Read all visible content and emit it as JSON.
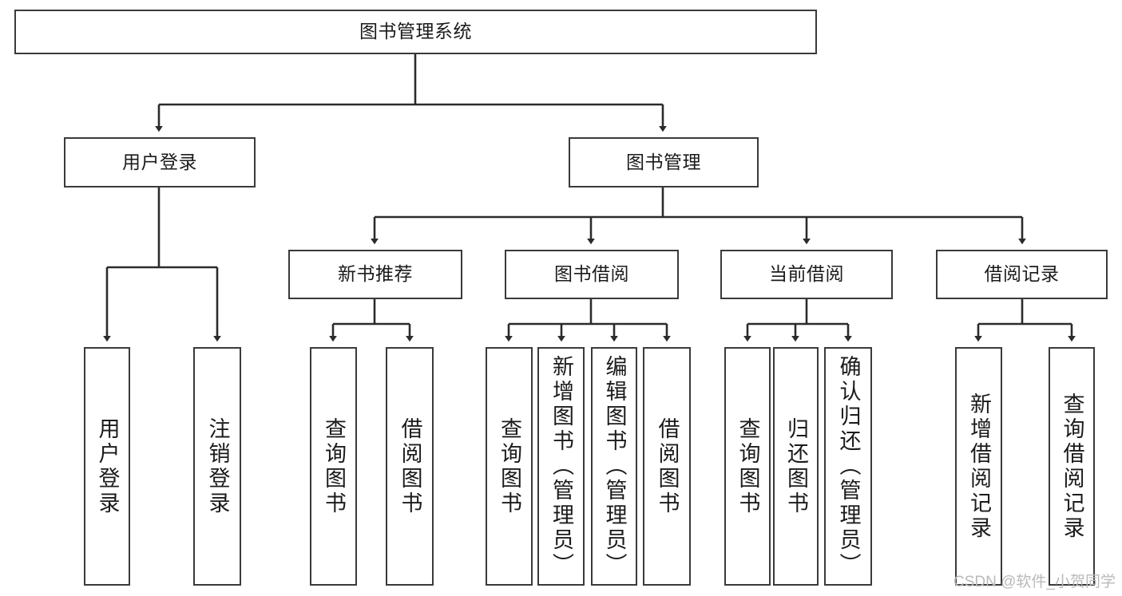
{
  "diagram": {
    "type": "tree-hierarchy",
    "title": "图书管理系统",
    "root": {
      "id": "root",
      "label": "图书管理系统",
      "orientation": "horizontal"
    },
    "level2": [
      {
        "id": "user-login",
        "label": "用户登录",
        "orientation": "horizontal"
      },
      {
        "id": "book-manage",
        "label": "图书管理",
        "orientation": "horizontal"
      }
    ],
    "level3": [
      {
        "id": "new-book-recommend",
        "label": "新书推荐",
        "orientation": "horizontal",
        "parent": "book-manage"
      },
      {
        "id": "book-borrow",
        "label": "图书借阅",
        "orientation": "horizontal",
        "parent": "book-manage"
      },
      {
        "id": "current-borrow",
        "label": "当前借阅",
        "orientation": "horizontal",
        "parent": "book-manage"
      },
      {
        "id": "borrow-record",
        "label": "借阅记录",
        "orientation": "horizontal",
        "parent": "book-manage"
      }
    ],
    "leaves": [
      {
        "id": "leaf-user-login",
        "label": "用户登录",
        "parent": "user-login"
      },
      {
        "id": "leaf-logout-login",
        "label": "注销登录",
        "parent": "user-login"
      },
      {
        "id": "leaf-query-book-1",
        "label": "查询图书",
        "parent": "new-book-recommend"
      },
      {
        "id": "leaf-borrow-book-1",
        "label": "借阅图书",
        "parent": "new-book-recommend"
      },
      {
        "id": "leaf-query-book-2",
        "label": "查询图书",
        "parent": "book-borrow"
      },
      {
        "id": "leaf-add-book",
        "label": "新增图书（管理员）",
        "parent": "book-borrow"
      },
      {
        "id": "leaf-edit-book",
        "label": "编辑图书（管理员）",
        "parent": "book-borrow"
      },
      {
        "id": "leaf-borrow-book-2",
        "label": "借阅图书",
        "parent": "book-borrow"
      },
      {
        "id": "leaf-query-book-3",
        "label": "查询图书",
        "parent": "current-borrow"
      },
      {
        "id": "leaf-return-book",
        "label": "归还图书",
        "parent": "current-borrow"
      },
      {
        "id": "leaf-confirm-return",
        "label": "确认归还（管理员）",
        "parent": "current-borrow"
      },
      {
        "id": "leaf-add-record",
        "label": "新增借阅记录",
        "parent": "borrow-record"
      },
      {
        "id": "leaf-query-record",
        "label": "查询借阅记录",
        "parent": "borrow-record"
      }
    ],
    "colors": {
      "box_border": "#3a3a3a",
      "connector": "#2b2b2b",
      "text": "#1b1b1b",
      "background": "#ffffff",
      "watermark": "#b9b9b9"
    }
  },
  "watermark": {
    "text": "CSDN @软件_小贺同学"
  }
}
